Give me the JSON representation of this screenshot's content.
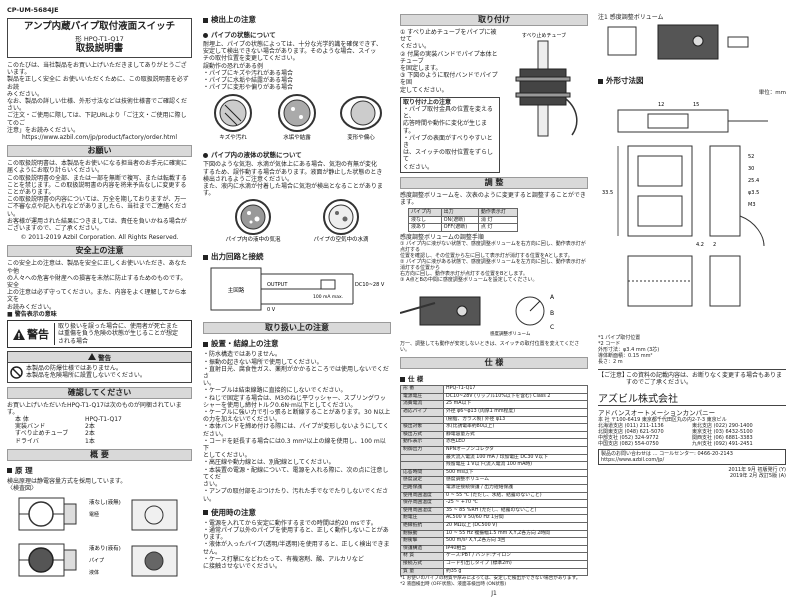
{
  "doc_code": "CP-UM-5684JE",
  "title": "アンプ内蔵パイプ取付液面スイッチ",
  "model_line": "形 HPQ-T1-Q17",
  "manual_title": "取扱説明書",
  "intro": [
    "このたびは、当社製品をお買い上げいただきましてありがとうございます。",
    "製品を正しく安全に お使いいただくために、この取扱説明書を必ずお読",
    "みください。",
    "なお、製品の詳しい仕様、外形寸法などは技術仕様書でご確認ください。",
    "ご注文・ご使用に際しては、下記URLより「ご注文・ご使用に際してのご",
    "注意」をお読みください。",
    "https://www.azbil.com/jp/product/factory/order.html"
  ],
  "onegai": {
    "heading": "お願い",
    "lines": [
      "この取扱説明書は、本製品をお使いになる担当者のお手元に確実に",
      "届くようにお取り計らいください。",
      "この取扱説明書の全部、または一部を無断で複写、または転載する",
      "ことを禁じます。この取扱説明書の内容を将来予告なしに変更する",
      "ことがあります。",
      "この取扱説明書の内容については、万全を期しておりますが、万一",
      "ご不審な点や記入もれなどがありましたら、当社までご連絡ください。",
      "お客様が運用された結果につきましては、責任を負いかねる場合が",
      "ございますので、ご了承ください。"
    ],
    "copyright": "© 2011-2019 Azbil Corporation. All Rights Reserved."
  },
  "safety": {
    "heading": "安全上の注意",
    "lines": [
      "この安全上の注意は、製品を安全に正しくお使いいただき、あなたや他",
      "の人々への危害や財産への損害を未然に防止するためのものです。安全",
      "上の注意は必ず守ってください。また、内容をよく理解してから本文を",
      "お読みください。"
    ],
    "note": "■ 警告表示の意味",
    "warn_label": "警告",
    "warn_text": [
      "取り扱いを誤った場合に、使用者が死亡また",
      "は重傷を負う危険の状態が生じることが想定",
      "される場合"
    ],
    "warn2_label": "警告",
    "warn2_text": [
      "本製品の防爆仕様ではありません。",
      "本製品を危険場所に設置しないでください。"
    ]
  },
  "check": {
    "heading": "確認してください",
    "lead": "お買い上げいただいたHPQ-T1-Q17は次のものが同梱されています。",
    "items": [
      {
        "name": "本 体",
        "qty": "HPQ-T1-Q17"
      },
      {
        "name": "実装バンド",
        "qty": "2本"
      },
      {
        "name": "すべり止めチューブ",
        "qty": "2本"
      },
      {
        "name": "ドライバ",
        "qty": "1本"
      }
    ]
  },
  "overview": {
    "heading": "概 要",
    "sub": "原 理",
    "text": "検出原理は静電容量方式を採用しています。",
    "caption": "〈検査図〉",
    "labels": [
      "液なし(液無)",
      "液あり(液有)",
      "電極",
      "パイプ",
      "液体"
    ]
  },
  "detection": {
    "heading": "検出上の注意",
    "pipe_state": "パイプの状態について",
    "pipe_lines": [
      "耐埋上、パイプの状態によっては、十分な光学的識を確保できず、",
      "安定して検出できない場合があります。そのような場合、スイッ",
      "チの取付位置を変更してください。",
      "誤動作の恐れがある例",
      "・パイプにキズや汚れがある場合",
      "・パイプに水垢や結露がある場合",
      "・パイプに変形や偏りがある場合"
    ],
    "pipe_captions": [
      "キズや汚れ",
      "水垢や結露",
      "変形や偏心"
    ],
    "liquid_state": "パイプ内の液体の状態について",
    "liquid_lines": [
      "下図のような気泡、水滴が気体上にある場合、気泡の有無が変化",
      "するため、誤作動する場合があります。液面が静止した状態のとき",
      "検出されるようご注意ください。",
      "また、液内に水滴が付着した場合に気泡が検出となることがあります。"
    ],
    "liquid_captions": [
      "パイプ内の液中の気泡",
      "パイプの空気中の水滴"
    ],
    "circuit_heading": "出力回路と接続",
    "circuit_labels": [
      "主回路",
      "OUTPUT",
      "DC10~28 V",
      "100 mA max.",
      "0 V"
    ]
  },
  "handling": {
    "heading": "取り扱い上の注意",
    "sub1": "設置・結線上の注意",
    "lines1": [
      "・防水構造ではありません。",
      "・振動の起きない場所で使用してください。",
      "・直射日光、腐食性ガス、薬剤がかかるところでは使用しないでくださ",
      "  い。",
      "・ケーブルは結束線路に直接的にしないでください。",
      "・ねじで固定する場合は、M3のねじ平ワッシャー、スプリングワッ",
      "  シャーを使用し締付トルク0.6N·m以下としてください。",
      "・ケーブルに強い力で引っ張ると断線することがあります。30 N以上",
      "  の力を加えないでください。",
      "・本体バンドを締め付ける際には、パイプが変形しないようにしてく",
      "  ださい。",
      "・コードを延長する場合には0.3 mm²以上の線を使用し、100 m以下",
      "  としてください。",
      "・高圧線や動力線とは、別配線としてください。",
      "・本装置の電源・配線について、電源を入れる際に、次の点に注意してくだ",
      "  さい。",
      "・アンプの取付部をぶつけたり、汚れた手でなでたりしないでください。"
    ],
    "sub2": "使用時の注意",
    "lines2": [
      "・電源を入れてから安定に動作するまでの時間は約20 msです。",
      "・通常パイプ以外のパイプを使用すると、正しく動作しないことがあ",
      "  ります。",
      "・液体が入ったパイプ(透明/半透明)を使用すると、正しく検出できま",
      "  せん。",
      "・ケース打撃になどわたって、有機溶剤、酸、アルカリなど",
      "  に接触させないでください。"
    ]
  },
  "mounting": {
    "heading": "取り付け",
    "steps": [
      "① すべり止めチューブをパイプに被せて",
      "   ください。",
      "② 付属の実装バンドでパイプ本体とチューブ",
      "   を固定します。",
      "③ 下図のように取付バンドでパイプを固",
      "   定してください。"
    ],
    "note_title": "取り付け上の注意",
    "notes": [
      "・パイプ取付金具の位置を変えると、",
      "  応答時間や動作に変化が生じます。",
      "・パイプの表面がすべりやすいとき",
      "  は、スイッチの取付位置をずらして",
      "  ください。"
    ],
    "fig_label": "すべり止めチューブ"
  },
  "adjust": {
    "heading": "調 整",
    "lead": "感度調整ボリュームを、次表のように変更すると調整することができます。",
    "table_header": [
      "パイプ内",
      "出力",
      "動作表示灯"
    ],
    "table_rows": [
      [
        "液なし",
        "ON(遮断)",
        "消 灯"
      ],
      [
        "液あり",
        "OFF(遮断)",
        "点 灯"
      ]
    ],
    "steps": [
      "感度調整ボリュームの調整手順",
      "① パイプ内に液がない状態で、感度調整ボリュームを右方向に回し、動作表示灯が点灯する",
      "   位置を確認し、その位置から左に回して表示灯が消灯する位置をAとします。",
      "② パイプ内に液がある状態で、感度調整ボリュームを左方向に回し、動作表示灯が消灯する位置から",
      "   右方向に回し、動作表示灯が点灯する位置をBとします。",
      "③ A点とBの中間に感度調整ボリュームを設定してください。"
    ],
    "diagram_labels": [
      "A",
      "B",
      "C",
      "感度調整ボリューム"
    ],
    "footnote": "万一、調整しても動作が安定しないときは、スイッチの取付位置を変えてください。"
  },
  "spec": {
    "heading": "仕 様",
    "sub": "仕 様",
    "rows": [
      [
        "形 番",
        "HPQ-T1-Q17"
      ],
      [
        "電源電圧",
        "DC10~28V (リップル10%以下を含む) Class 2"
      ],
      [
        "消費電流",
        "25 mA以下"
      ],
      [
        "適応パイプ",
        "外径 φ6~φ13 (肉厚1 mm程度)"
      ],
      [
        "",
        "(樹脂、ガラス製) 外径 φ13"
      ],
      [
        "検出対象",
        "水(比誘電率約80以上)"
      ],
      [
        "検出方式",
        "静電容量方式"
      ],
      [
        "動作表示",
        "赤色LED"
      ],
      [
        "制御出力",
        "NPNオープンコレクタ"
      ],
      [
        "",
        "最大流入電流 100 mA / 印加電圧 DC30 V以下"
      ],
      [
        "",
        "残留電圧 1 V以下(流入電流 100 mA時)"
      ],
      [
        "応答時間",
        "500 ms以下"
      ],
      [
        "感度設定",
        "感度調整ボリューム"
      ],
      [
        "回路保護",
        "電源逆接続保護 / 出力短絡保護"
      ],
      [
        "使用周囲温度",
        "0 ~ 55 ℃ (ただし、氷結、結露のないこと)"
      ],
      [
        "保存周囲温度",
        "-25 ~ +70 ℃"
      ],
      [
        "使用周囲湿度",
        "35 ~ 85 %RH (ただし、結露のないこと)"
      ],
      [
        "耐電圧",
        "AC500 V 50/60 Hz 1分間"
      ],
      [
        "絶縁抵抗",
        "20 MΩ以上 (DC500 V)"
      ],
      [
        "耐振動",
        "10 ~ 55 Hz 複振幅1.5 mm X,Y,Z各方向 2時間"
      ],
      [
        "耐衝撃",
        "500 m/s² X,Y,Z各方向 3回"
      ],
      [
        "保護構造",
        "IP40相当"
      ],
      [
        "材 質",
        "ケース:PBT / バンド:ナイロン"
      ],
      [
        "接続方式",
        "コード引出しタイプ (標準2m)"
      ],
      [
        "質 量",
        "約35 g"
      ]
    ],
    "notes": [
      "*1 お使いのパイプの材質や厚みによっては、安定した検出ができない場合があります。",
      "*2 液面検出時 (OFF状態)、液面非検出時 (ON状態)"
    ]
  },
  "right": {
    "fig1_title": "注1 感度調整ボリューム",
    "dim_heading": "外形寸法図",
    "unit": "単位：mm",
    "dims": [
      "12",
      "15",
      "33.5",
      "52",
      "30",
      "25.4",
      "4.2",
      "2",
      "φ3.5",
      "M3"
    ],
    "legend": [
      "*1 パイプ取付位置",
      "*2 コード",
      "  外形寸法：φ3.4 mm (3芯)",
      "  導体断面積：0.15 mm²",
      "  長さ：2 m"
    ],
    "caution_label": "【ご注意】",
    "caution": "この資料の記載内容は、お断りなく変更する場合もありますのでご了承ください。",
    "company": "アズビル株式会社",
    "division": "アドバンスオートメーションカンパニー",
    "hq": "本 社  〒100-6419 東京都千代田区丸の内2-7-3 東京ビル",
    "offices": [
      "北海道支店 (011) 211-1136",
      "東北支店 (022) 290-1400",
      "北関東支店 (048) 621-5070",
      "東京支社 (03) 6432-5100",
      "中部支社 (052) 324-9772",
      "関西支社 (06) 6881-3383",
      "中国支店 (082) 554-0750",
      "九州支社 (092) 491-2451"
    ],
    "contact": "製品のお問い合わせは … コールセンター: 0466-20-2143",
    "url": "https://www.azbil.com/jp/",
    "history": [
      "2011年 9月 初版発行 (Y)",
      "2019年 2月 改訂5版 (A)"
    ],
    "page_number": "J1"
  }
}
